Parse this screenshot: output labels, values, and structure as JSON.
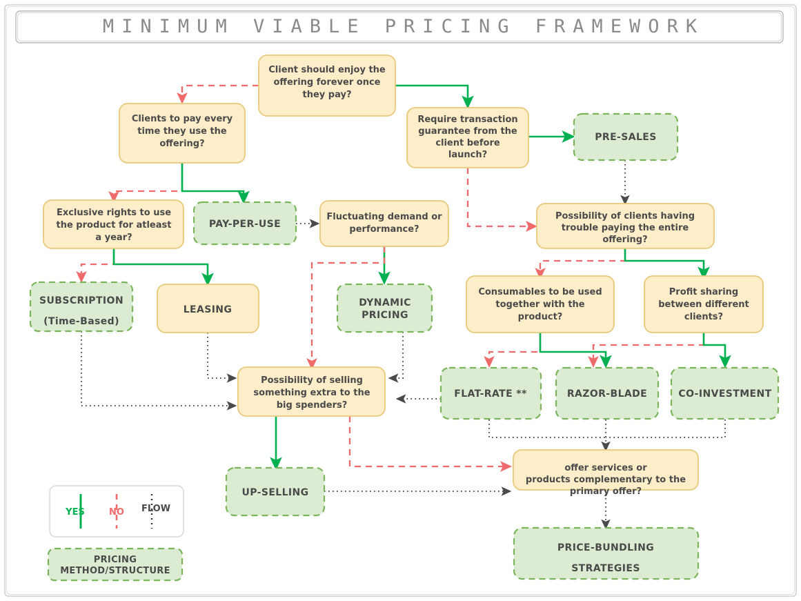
{
  "page": {
    "title": "MINIMUM VIABLE PRICING FRAMEWORK",
    "background": "#ffffff",
    "border_color": "#cccccc"
  },
  "colors": {
    "decision_fill": "#fdeec9",
    "decision_stroke": "#e8c97a",
    "method_fill": "#dcecd2",
    "method_stroke": "#7ab55c",
    "yes_edge": "#00b050",
    "no_edge": "#ef6a6a",
    "flow_edge": "#4a4a4a",
    "text": "#4a4a4a",
    "title_text": "#8a8a8a"
  },
  "legend": {
    "yes_label": "YES",
    "no_label": "NO",
    "flow_label": "FLOW",
    "method_label_line1": "PRICING",
    "method_label_line2": "METHOD/STRUCTURE"
  },
  "nodes": {
    "client_enjoy": {
      "type": "decision",
      "lines": [
        "Client should enjoy the",
        "offering forever once",
        "they pay?"
      ]
    },
    "clients_pay_every_time": {
      "type": "decision",
      "lines": [
        "Clients to pay every",
        "time they use the",
        "offering?"
      ]
    },
    "require_transaction": {
      "type": "decision",
      "lines": [
        "Require transaction",
        "guarantee from the",
        "client before",
        "launch?"
      ]
    },
    "pre_sales": {
      "type": "method",
      "lines": [
        "PRE-SALES"
      ]
    },
    "exclusive_rights": {
      "type": "decision",
      "lines": [
        "Exclusive rights to use",
        "the product for atleast",
        "a year?"
      ]
    },
    "pay_per_use": {
      "type": "method",
      "lines": [
        "PAY-PER-USE"
      ]
    },
    "fluctuating_demand": {
      "type": "decision",
      "lines": [
        "Fluctuating demand or",
        "performance?"
      ]
    },
    "trouble_paying": {
      "type": "decision",
      "lines": [
        "Possibility of clients having",
        "trouble paying the entire",
        "offering?"
      ]
    },
    "subscription": {
      "type": "method",
      "lines": [
        "SUBSCRIPTION",
        "(Time-Based)"
      ]
    },
    "leasing": {
      "type": "decision",
      "lines": [
        "LEASING"
      ]
    },
    "dynamic_pricing": {
      "type": "method",
      "lines": [
        "DYNAMIC",
        "PRICING"
      ]
    },
    "consumables": {
      "type": "decision",
      "lines": [
        "Consumables to be used",
        "together with the",
        "product?"
      ]
    },
    "profit_sharing": {
      "type": "decision",
      "lines": [
        "Profit sharing",
        "between different",
        "clients?"
      ]
    },
    "selling_extra": {
      "type": "decision",
      "lines": [
        "Possibility of selling",
        "something extra to the",
        "big spenders?"
      ]
    },
    "flat_rate": {
      "type": "method",
      "lines": [
        "FLAT-RATE **"
      ]
    },
    "razor_blade": {
      "type": "method",
      "lines": [
        "RAZOR-BLADE"
      ]
    },
    "co_investment": {
      "type": "method",
      "lines": [
        "CO-INVESTMENT"
      ]
    },
    "up_selling": {
      "type": "method",
      "lines": [
        "UP-SELLING"
      ]
    },
    "offer_services": {
      "type": "decision",
      "lines": [
        "offer services or",
        "products complementary to the",
        "primary offer?"
      ]
    },
    "price_bundling": {
      "type": "method",
      "lines": [
        "PRICE-BUNDLING",
        "STRATEGIES"
      ]
    }
  },
  "edges": [
    {
      "from": "client_enjoy",
      "to": "clients_pay_every_time",
      "kind": "no"
    },
    {
      "from": "client_enjoy",
      "to": "require_transaction",
      "kind": "yes"
    },
    {
      "from": "require_transaction",
      "to": "pre_sales",
      "kind": "yes"
    },
    {
      "from": "require_transaction",
      "to": "trouble_paying",
      "kind": "no"
    },
    {
      "from": "pre_sales",
      "to": "trouble_paying",
      "kind": "flow"
    },
    {
      "from": "clients_pay_every_time",
      "to": "exclusive_rights",
      "kind": "no"
    },
    {
      "from": "clients_pay_every_time",
      "to": "pay_per_use",
      "kind": "yes"
    },
    {
      "from": "pay_per_use",
      "to": "fluctuating_demand",
      "kind": "flow"
    },
    {
      "from": "exclusive_rights",
      "to": "subscription",
      "kind": "no"
    },
    {
      "from": "exclusive_rights",
      "to": "leasing",
      "kind": "yes"
    },
    {
      "from": "fluctuating_demand",
      "to": "dynamic_pricing",
      "kind": "yes"
    },
    {
      "from": "fluctuating_demand",
      "to": "selling_extra",
      "kind": "no"
    },
    {
      "from": "subscription",
      "to": "selling_extra",
      "kind": "flow"
    },
    {
      "from": "leasing",
      "to": "selling_extra",
      "kind": "flow"
    },
    {
      "from": "dynamic_pricing",
      "to": "selling_extra",
      "kind": "flow"
    },
    {
      "from": "trouble_paying",
      "to": "consumables",
      "kind": "no"
    },
    {
      "from": "trouble_paying",
      "to": "profit_sharing",
      "kind": "yes"
    },
    {
      "from": "consumables",
      "to": "flat_rate",
      "kind": "no"
    },
    {
      "from": "consumables",
      "to": "razor_blade",
      "kind": "yes"
    },
    {
      "from": "profit_sharing",
      "to": "razor_blade",
      "kind": "no"
    },
    {
      "from": "profit_sharing",
      "to": "co_investment",
      "kind": "yes"
    },
    {
      "from": "flat_rate",
      "to": "selling_extra",
      "kind": "flow"
    },
    {
      "from": "selling_extra",
      "to": "up_selling",
      "kind": "yes"
    },
    {
      "from": "selling_extra",
      "to": "offer_services",
      "kind": "no"
    },
    {
      "from": "up_selling",
      "to": "offer_services",
      "kind": "flow"
    },
    {
      "from": "flat_rate",
      "to": "offer_services",
      "kind": "flow"
    },
    {
      "from": "razor_blade",
      "to": "offer_services",
      "kind": "flow"
    },
    {
      "from": "co_investment",
      "to": "offer_services",
      "kind": "flow"
    },
    {
      "from": "offer_services",
      "to": "price_bundling",
      "kind": "flow"
    }
  ]
}
